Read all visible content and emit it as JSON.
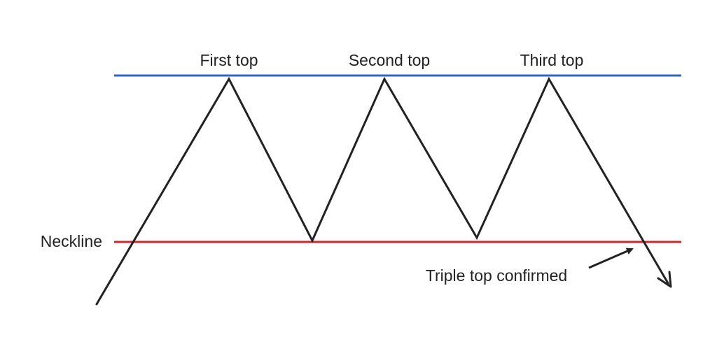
{
  "labels": {
    "first_top": "First top",
    "second_top": "Second top",
    "third_top": "Third top",
    "neckline": "Neckline",
    "confirmation": "Triple top confirmed"
  },
  "colors": {
    "resistance_line": "#2f64c8",
    "neckline": "#d02828",
    "price_path": "#222222",
    "text": "#222222",
    "background": "#ffffff"
  }
}
